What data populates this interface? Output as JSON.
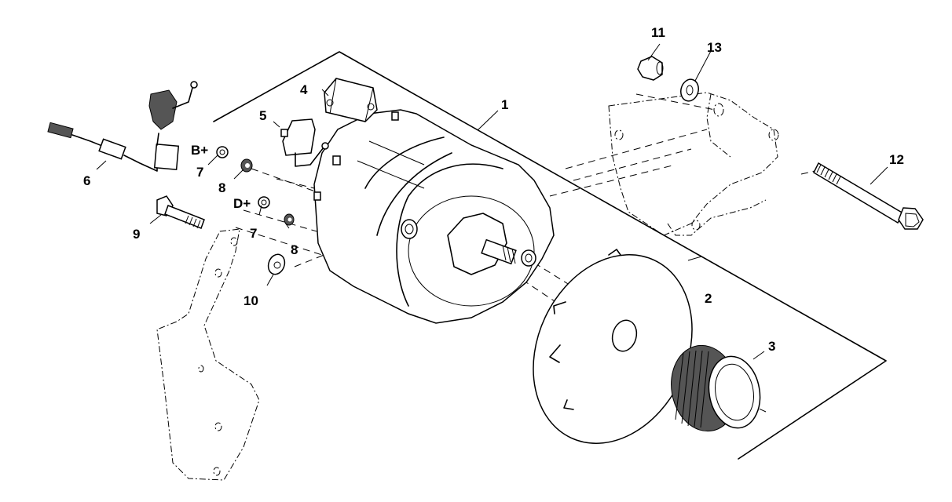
{
  "diagram": {
    "type": "exploded-parts-diagram",
    "subject": "alternator assembly",
    "callouts": [
      {
        "id": "1",
        "text": "1",
        "part": "alternator"
      },
      {
        "id": "2",
        "text": "2",
        "part": "fan"
      },
      {
        "id": "3",
        "text": "3",
        "part": "pulley"
      },
      {
        "id": "4",
        "text": "4",
        "part": "regulator"
      },
      {
        "id": "5",
        "text": "5",
        "part": "connector"
      },
      {
        "id": "6",
        "text": "6",
        "part": "wiring-harness"
      },
      {
        "id": "7a",
        "text": "7",
        "part": "nut"
      },
      {
        "id": "8a",
        "text": "8",
        "part": "washer"
      },
      {
        "id": "7b",
        "text": "7",
        "part": "nut"
      },
      {
        "id": "8b",
        "text": "8",
        "part": "washer"
      },
      {
        "id": "9",
        "text": "9",
        "part": "bolt"
      },
      {
        "id": "10",
        "text": "10",
        "part": "spacer-washer"
      },
      {
        "id": "11",
        "text": "11",
        "part": "nut"
      },
      {
        "id": "12",
        "text": "12",
        "part": "long-bolt"
      },
      {
        "id": "13",
        "text": "13",
        "part": "washer"
      }
    ],
    "terminals": {
      "b_plus": "B+",
      "d_plus": "D+"
    }
  }
}
